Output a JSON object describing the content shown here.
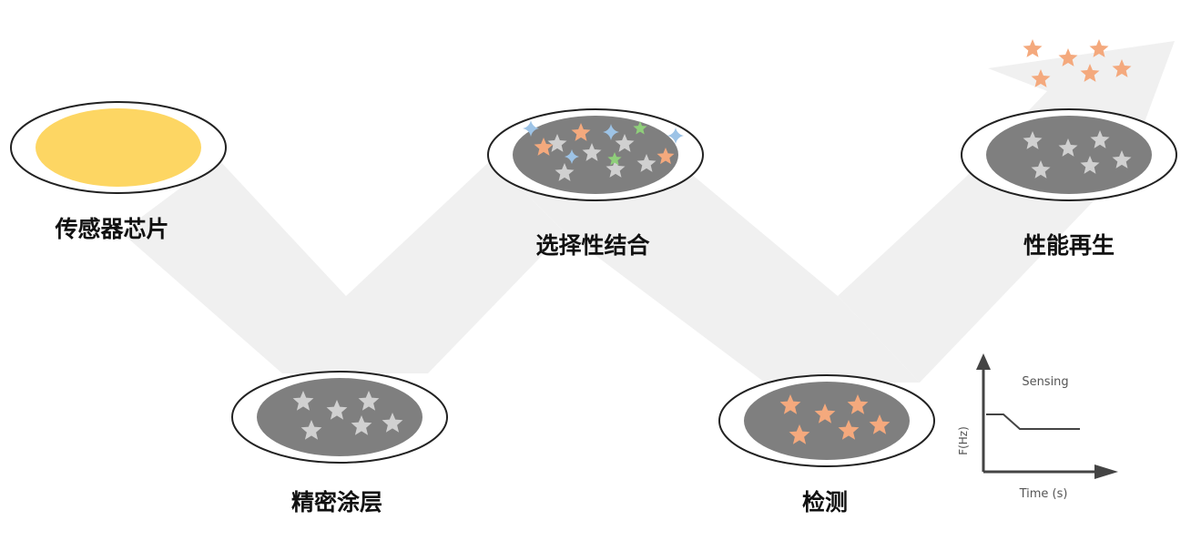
{
  "colors": {
    "path": "#f0f0f0",
    "dish_rim": "#ffffff",
    "dish_outline": "#222222",
    "coating": "#7f7f7f",
    "chip": "#fdd663",
    "star_silver": "#d0d0d0",
    "star_orange": "#f4a97d",
    "star_green": "#8fcf7a",
    "sparkle_blue": "#9dc3e6",
    "axis": "#444444"
  },
  "stages": [
    {
      "label": "传感器芯片",
      "icon": "sensor-chip-dish"
    },
    {
      "label": "精密涂层",
      "icon": "coated-dish"
    },
    {
      "label": "选择性结合",
      "icon": "binding-dish"
    },
    {
      "label": "检测",
      "icon": "detection-dish"
    },
    {
      "label": "性能再生",
      "icon": "regenerated-dish"
    }
  ],
  "sensing_plot": {
    "title": "Sensing",
    "xlabel": "Time (s)",
    "ylabel": "F(Hz)"
  }
}
